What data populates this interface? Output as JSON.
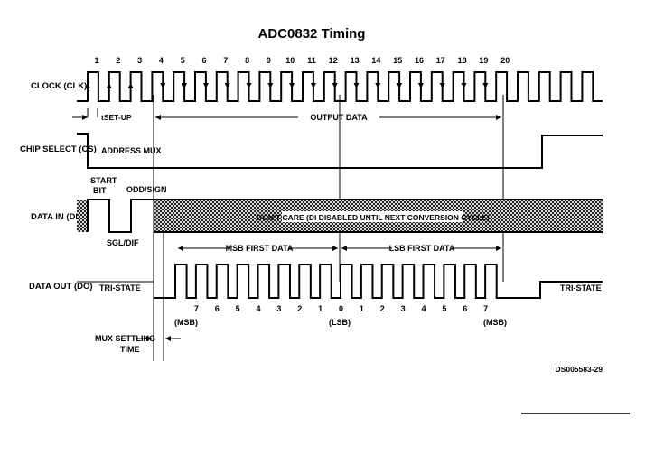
{
  "title": "ADC0832 Timing",
  "signals": {
    "clock": "CLOCK (CLK)",
    "chip_select": "CHIP SELECT (CS)",
    "data_in": "DATA IN (DI)",
    "data_out": "DATA OUT (DO)"
  },
  "clock_numbers": [
    "1",
    "2",
    "3",
    "4",
    "5",
    "6",
    "7",
    "8",
    "9",
    "10",
    "11",
    "12",
    "13",
    "14",
    "15",
    "16",
    "17",
    "18",
    "19",
    "20"
  ],
  "annotations": {
    "setup": "tSET-UP",
    "output_data": "OUTPUT DATA",
    "address_mux": "ADDRESS MUX",
    "start_bit_1": "START",
    "start_bit_2": "BIT",
    "odd_sign": "ODD/SIGN",
    "sgl_dif": "SGL/DIF",
    "dont_care": "DON'T CARE (DI DISABLED UNTIL NEXT CONVERSION CYCLE)",
    "msb_first": "MSB FIRST DATA",
    "lsb_first": "LSB FIRST DATA",
    "tri_state_left": "TRI-STATE",
    "tri_state_right": "TRI-STATE",
    "mux_settling_1": "MUX SETTLING",
    "mux_settling_2": "TIME",
    "figure_id": "DS005583-29"
  },
  "data_bits": [
    "7",
    "6",
    "5",
    "4",
    "3",
    "2",
    "1",
    "0",
    "1",
    "2",
    "3",
    "4",
    "5",
    "6",
    "7"
  ],
  "bit_tags": {
    "msb_left": "(MSB)",
    "lsb_mid": "(LSB)",
    "msb_right": "(MSB)"
  }
}
